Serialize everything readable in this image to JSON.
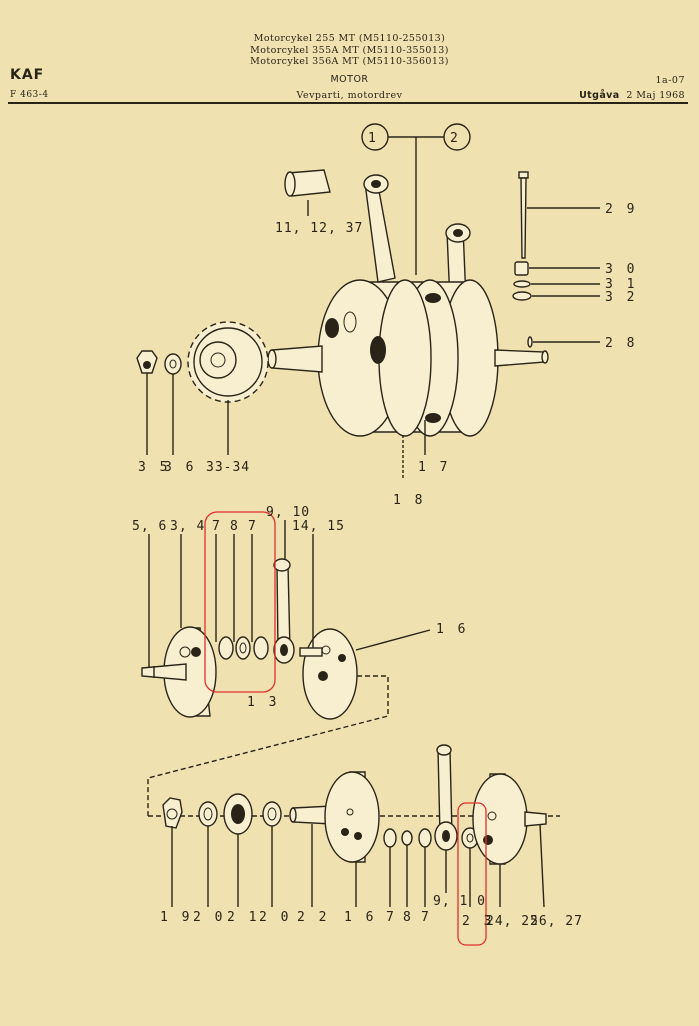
{
  "header": {
    "models": [
      "Motorcykel 255   MT (M5110-255013)",
      "Motorcykel 355A MT (M5110-355013)",
      "Motorcykel 356A MT (M5110-356013)"
    ],
    "brand": "KAF",
    "form_number": "F 463-4",
    "section": "MOTOR",
    "subsection": "Vevparti, motordrev",
    "page_code": "1a-07",
    "issue_label": "Utgåva",
    "issue_date": "2 Maj 1968"
  },
  "callouts": {
    "c1": "1",
    "c2": "2",
    "c11": "11, 12, 37",
    "c29": "2 9",
    "c30": "3 0",
    "c31": "3 1",
    "c32": "3 2",
    "c28": "2 8",
    "c35": "3 5",
    "c36": "3 6",
    "c3334": "33-34",
    "c17": "1 7",
    "c18": "1 8",
    "c56": "5, 6",
    "c34": "3, 4",
    "c7a": "7",
    "c8a": "8",
    "c7b": "7",
    "c910a": "9, 10",
    "c1415": "14, 15",
    "c16a": "1 6",
    "c13": "1 3",
    "c19": "1 9",
    "c20a": "2 0",
    "c21": "2 1",
    "c20b": "2 0",
    "c22": "2 2",
    "c16b": "1 6",
    "c7c": "7",
    "c8b": "8",
    "c7d": "7",
    "c910b": "9, 1 0",
    "c23": "2 3",
    "c2425": "24, 25",
    "c2627": "26, 27"
  },
  "colors": {
    "paper": "#efe2b0",
    "ink": "#2a2418",
    "highlight": "#e03030"
  }
}
